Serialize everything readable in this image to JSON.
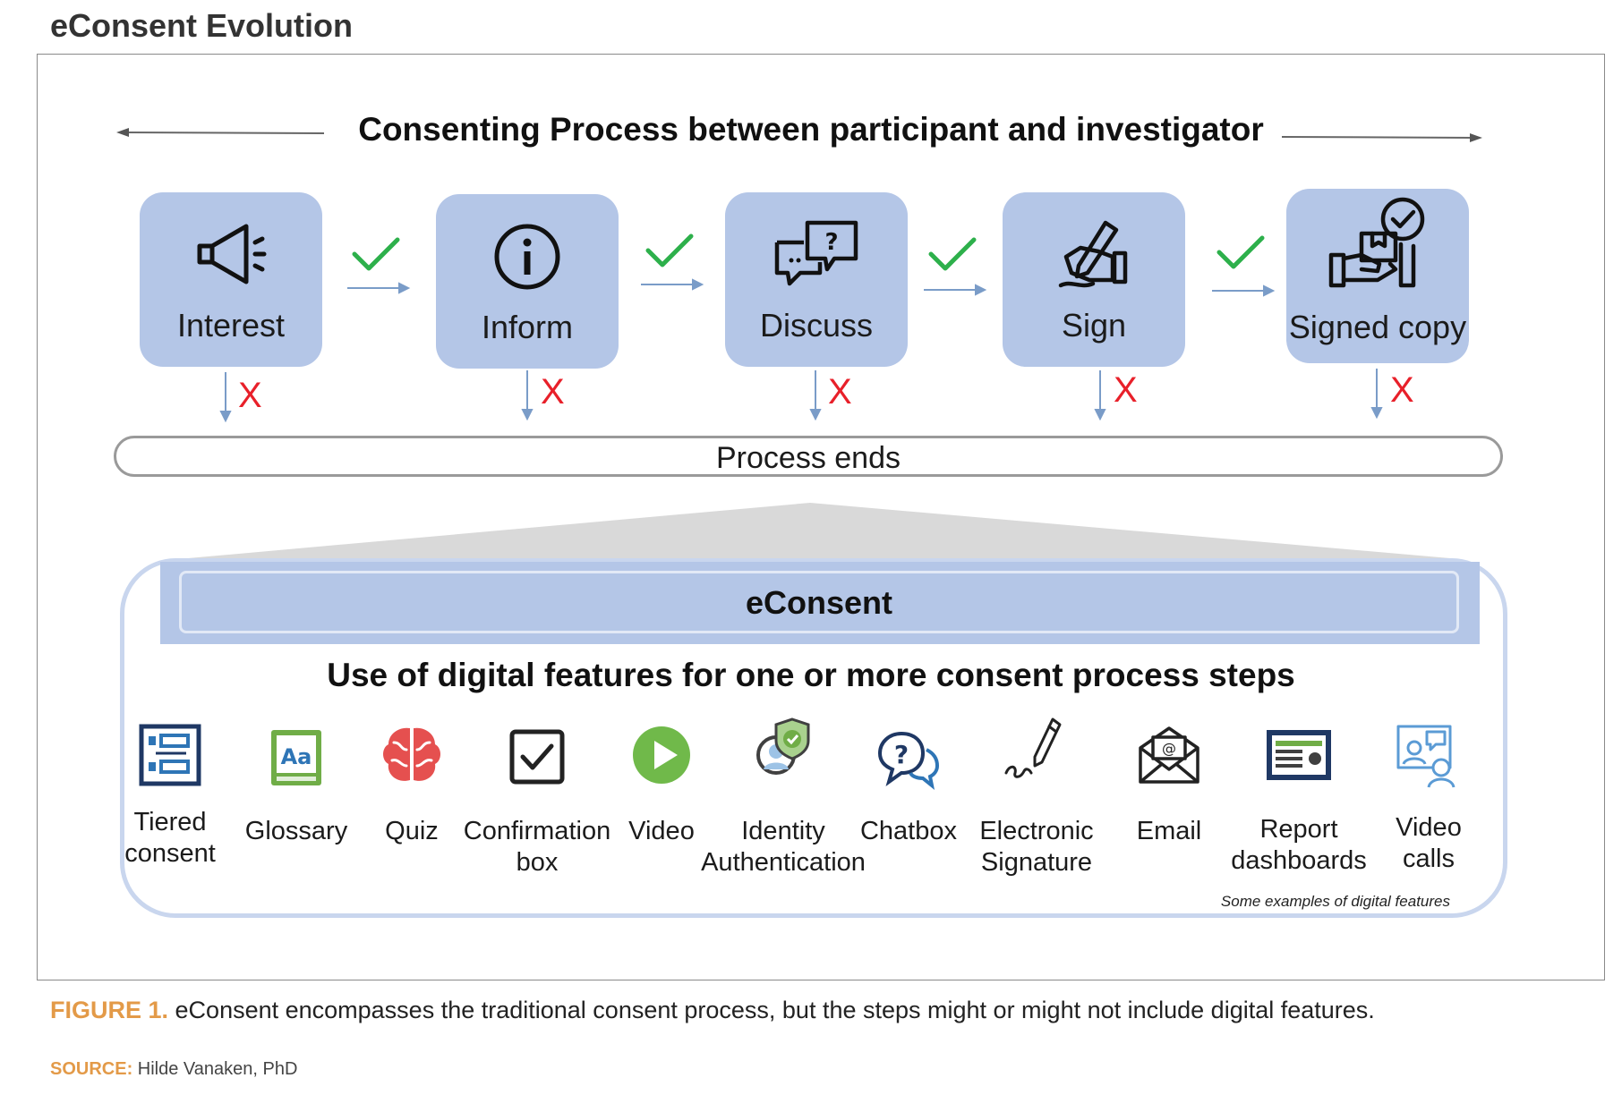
{
  "title": "eConsent Evolution",
  "process_heading": "Consenting Process between participant and investigator",
  "steps": [
    {
      "label": "Interest",
      "icon": "megaphone-icon"
    },
    {
      "label": "Inform",
      "icon": "info-icon"
    },
    {
      "label": "Discuss",
      "icon": "discussion-bubbles-icon"
    },
    {
      "label": "Sign",
      "icon": "hand-signing-icon"
    },
    {
      "label": "Signed copy",
      "icon": "signed-package-icon"
    }
  ],
  "step_pass_icon": "green-check-icon",
  "step_fail_icon": "red-x-icon",
  "step_fail_mark": "X",
  "process_ends": "Process ends",
  "econsent_label": "eConsent",
  "features_heading": "Use of digital features for one or more consent process steps",
  "features": [
    {
      "label": "Tiered\nconsent",
      "icon": "tiered-list-icon"
    },
    {
      "label": "Glossary",
      "icon": "glossary-book-icon"
    },
    {
      "label": "Quiz",
      "icon": "brain-icon"
    },
    {
      "label": "Confirmation\nbox",
      "icon": "checkbox-icon"
    },
    {
      "label": "Video",
      "icon": "play-button-icon"
    },
    {
      "label": "Identity\nAuthentication",
      "icon": "identity-shield-icon"
    },
    {
      "label": "Chatbox",
      "icon": "chat-question-icon"
    },
    {
      "label": "Electronic\nSignature",
      "icon": "pen-signature-icon"
    },
    {
      "label": "Email",
      "icon": "email-envelope-icon"
    },
    {
      "label": "Report\ndashboards",
      "icon": "dashboard-screen-icon"
    },
    {
      "label": "Video\ncalls",
      "icon": "video-call-icon"
    }
  ],
  "features_note": "Some examples of digital features",
  "caption": {
    "figure_label": "FIGURE 1.",
    "text": " eConsent encompasses the traditional consent process, but the steps might or might not include digital features."
  },
  "source": {
    "label": "SOURCE:",
    "text": " Hilde Vanaken, PhD"
  },
  "colors": {
    "step_fill": "#b4c6e7",
    "check": "#2db04b",
    "cross": "#e8202a",
    "caption_accent": "#e39a48"
  }
}
